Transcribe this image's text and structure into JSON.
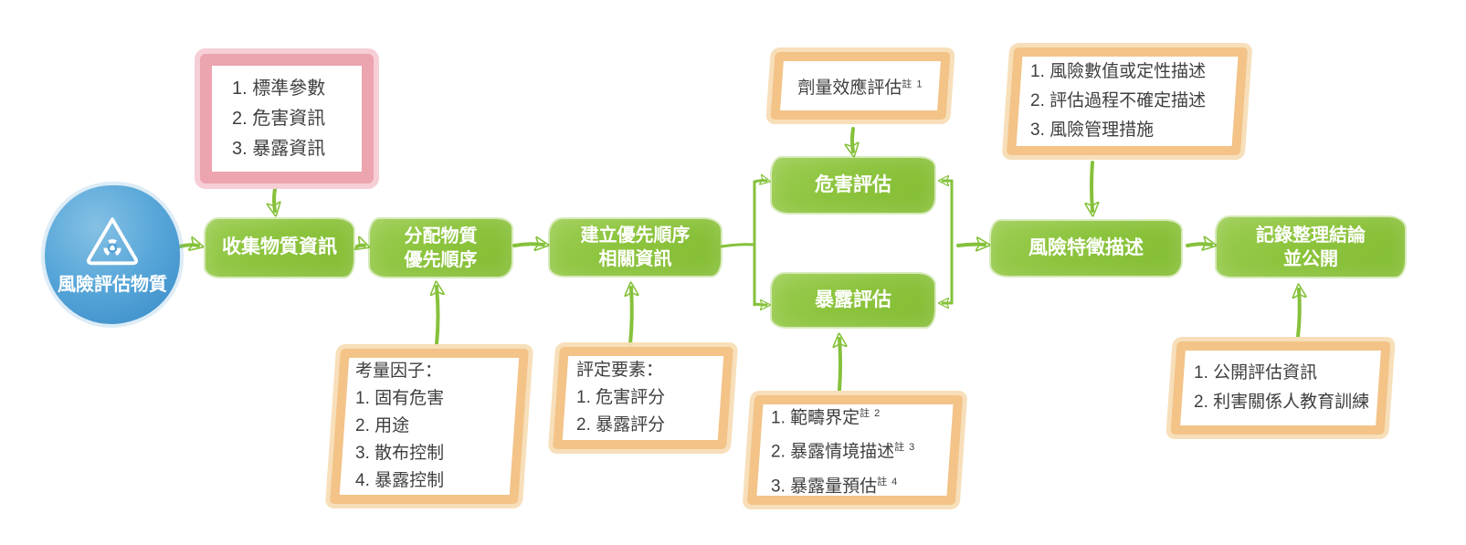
{
  "palette": {
    "step_green": "#8cc43d",
    "arrow_green": "#85c13a",
    "bubble_blue": "#4f9fd4",
    "note_pink": "#eca4af",
    "note_tan": "#f3c388",
    "text": "#3f3f3f"
  },
  "start": {
    "label": "風險評估物質",
    "icon": "radiation-icon"
  },
  "steps": {
    "collect": {
      "line1": "收集物質資訊"
    },
    "assign": {
      "line1": "分配物質",
      "line2": "優先順序"
    },
    "establish": {
      "line1": "建立優先順序",
      "line2": "相關資訊"
    },
    "hazard": {
      "line1": "危害評估"
    },
    "exposure": {
      "line1": "暴露評估"
    },
    "characterize": {
      "line1": "風險特徵描述"
    },
    "record": {
      "line1": "記錄整理結論",
      "line2": "並公開"
    }
  },
  "notes": {
    "standard_params": {
      "items": [
        "1. 標準參數",
        "2. 危害資訊",
        "3. 暴露資訊"
      ]
    },
    "dose_response": {
      "text": "劑量效應評估",
      "sup": "註 1"
    },
    "risk_outputs": {
      "items": [
        "1. 風險數值或定性描述",
        "2. 評估過程不確定描述",
        "3. 風險管理措施"
      ]
    },
    "factors": {
      "title": "考量因子：",
      "items": [
        "1. 固有危害",
        "2. 用途",
        "3. 散布控制",
        "4. 暴露控制"
      ]
    },
    "criteria": {
      "title": "評定要素：",
      "items": [
        "1. 危害評分",
        "2. 暴露評分"
      ]
    },
    "scoping": {
      "items": [
        {
          "text": "1. 範疇界定",
          "sup": "註 2"
        },
        {
          "text": "2. 暴露情境描述",
          "sup": "註 3"
        },
        {
          "text": "3. 暴露量預估",
          "sup": "註 4"
        }
      ]
    },
    "publish": {
      "items": [
        "1. 公開評估資訊",
        "2. 利害關係人教育訓練"
      ]
    }
  }
}
